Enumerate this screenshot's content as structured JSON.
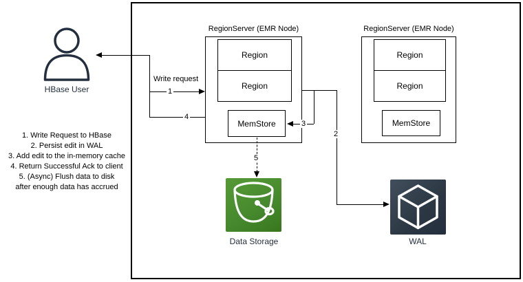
{
  "user": {
    "label": "HBase User"
  },
  "labels": {
    "write_request": "Write request",
    "data_storage": "Data Storage",
    "wal": "WAL"
  },
  "steps": {
    "s1": "1",
    "s2": "2",
    "s3": "3",
    "s4": "4",
    "s5": "5"
  },
  "notes": [
    "1. Write Request to HBase",
    "2. Persist edit in WAL",
    "3. Add edit to the in-memory cache",
    "4. Return Successful Ack to client",
    "5. (Async) Flush data to disk",
    "after enough data has accrued"
  ],
  "region_servers": [
    {
      "title": "RegionServer (EMR Node)",
      "region1": "Region",
      "region2": "Region",
      "memstore": "MemStore"
    },
    {
      "title": "RegionServer (EMR Node)",
      "region1": "Region",
      "region2": "Region",
      "memstore": "MemStore"
    }
  ],
  "colors": {
    "bucket_green": "#478a2e",
    "wal_dark": "#232f3e",
    "icon_navy": "#232f3e",
    "line_black": "#000000"
  }
}
